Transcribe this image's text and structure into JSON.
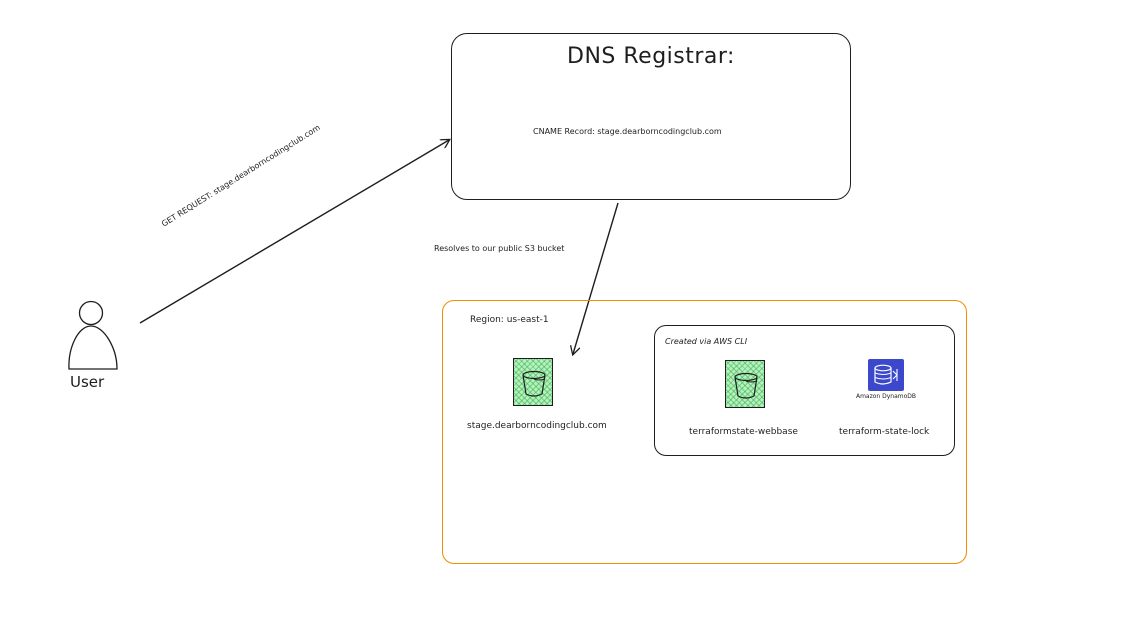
{
  "dns": {
    "title": "DNS Registrar:",
    "cname": "CNAME Record: stage.dearborncodingclub.com"
  },
  "edges": {
    "get_request": "GET REQUEST: stage.dearborncodingclub.com",
    "resolves": "Resolves to our public S3 bucket"
  },
  "user": {
    "label": "User"
  },
  "region": {
    "label": "Region: us-east-1",
    "bucket_label": "stage.dearborncodingclub.com"
  },
  "cli": {
    "label": "Created via AWS CLI",
    "bucket_label": "terraformstate-webbase",
    "dynamo_label": "terraform-state-lock",
    "dynamo_icon_text": "Amazon DynamoDB"
  },
  "colors": {
    "stroke": "#1e1e1e",
    "region_border": "#f08c00",
    "bucket_fill": "#b2f2bb",
    "dynamo_fill": "#3b48cc"
  },
  "icons": [
    "user-icon",
    "s3-bucket-icon",
    "dynamodb-icon"
  ]
}
